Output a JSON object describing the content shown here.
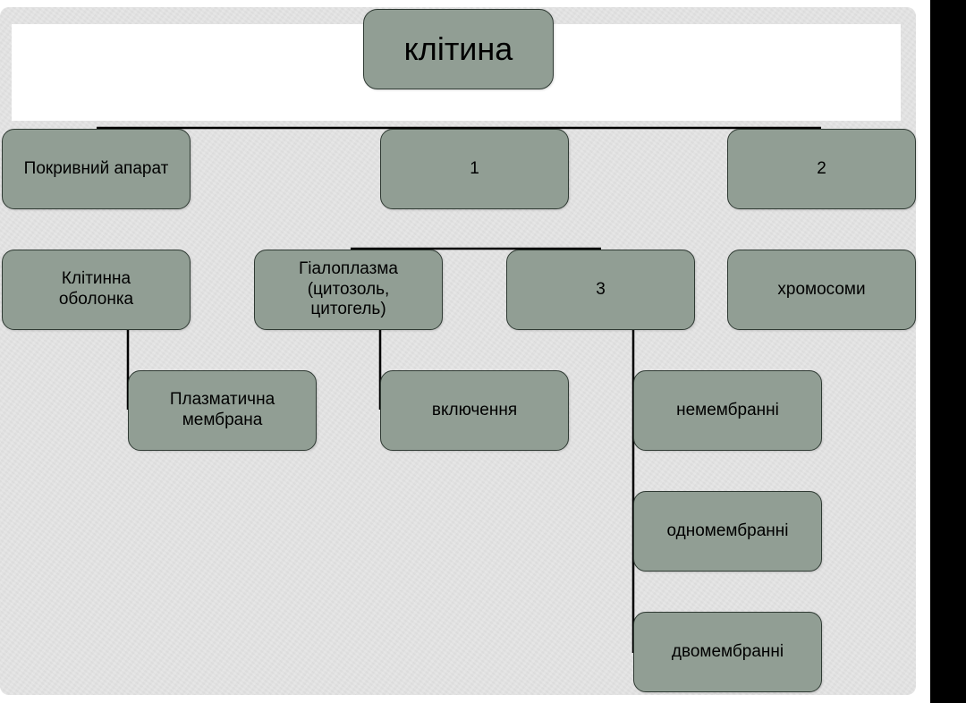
{
  "diagram": {
    "nodes": {
      "root": "клітина",
      "covering": "Покривний апарат",
      "one": "1",
      "two": "2",
      "cell_wall": "Клітинна\nоболонка",
      "hyaloplasm": "Гіалоплазма\n(цитозоль,\nцитогель)",
      "three": "3",
      "chromosomes": "хромосоми",
      "plasma_membrane": "Плазматична\nмембрана",
      "inclusions": "включення",
      "non_membrane": "немембранні",
      "single_membrane": "одномембранні",
      "double_membrane": "двомембранні"
    },
    "colors": {
      "node_fill": "#919e94",
      "node_border": "#2f3a33",
      "connector": "#000000",
      "slide_background": "#e4e4e4"
    }
  }
}
